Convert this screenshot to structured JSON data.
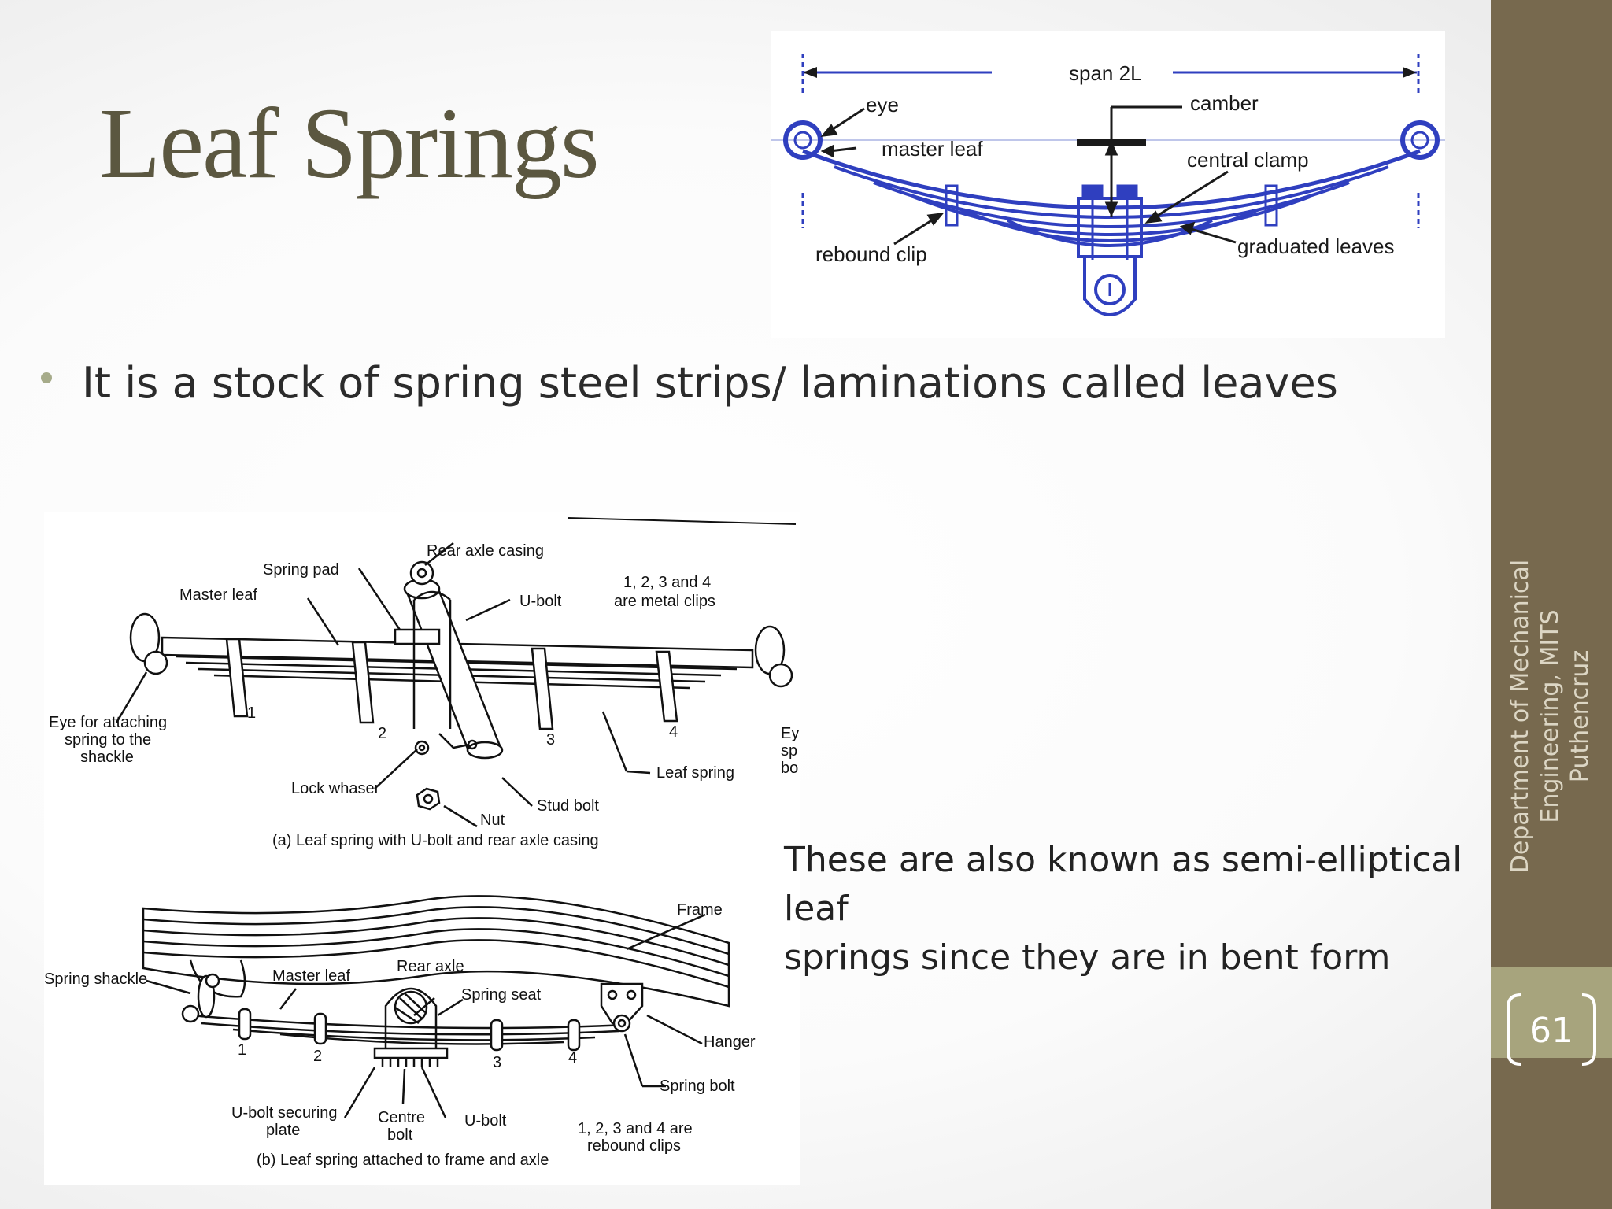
{
  "slide": {
    "title": "Leaf Springs",
    "bullet": "It is a stock of spring steel strips/ laminations called leaves",
    "note_line1": "These are also known as semi-elliptical leaf",
    "note_line2": "springs since they are in bent form",
    "department_line1": "Department of Mechanical",
    "department_line2": "Engineering, MITS Puthencruz",
    "page_number": "61"
  },
  "figure_top": {
    "labels": {
      "span": "span  2L",
      "eye": "eye",
      "camber": "camber",
      "master_leaf": "master leaf",
      "central_clamp": "central clamp",
      "rebound_clip": "rebound clip",
      "graduated_leaves": "graduated leaves"
    },
    "colors": {
      "ink": "#2f3fbf",
      "text": "#1a1a1a"
    }
  },
  "figure_a": {
    "labels": {
      "rear_axle_casing": "Rear axle casing",
      "spring_pad": "Spring pad",
      "master_leaf": "Master leaf",
      "u_bolt": "U-bolt",
      "clips_note_1": "1, 2, 3 and 4",
      "clips_note_2": "are metal clips",
      "eye_1": "Eye for attaching",
      "eye_2": "spring to the",
      "eye_3": "shackle",
      "eye_right_1": "Ey",
      "eye_right_2": "sp",
      "eye_right_3": "bo",
      "n1": "1",
      "n2": "2",
      "n3": "3",
      "n4": "4",
      "leaf_spring": "Leaf spring",
      "lock_washer": "Lock whaser",
      "stud_bolt": "Stud bolt",
      "nut": "Nut",
      "caption": "(a) Leaf spring with U-bolt and rear axle casing"
    }
  },
  "figure_b": {
    "labels": {
      "frame": "Frame",
      "spring_shackle": "Spring shackle",
      "master_leaf": "Master leaf",
      "rear_axle": "Rear axle",
      "spring_seat": "Spring seat",
      "hanger": "Hanger",
      "spring_bolt": "Spring bolt",
      "n1": "1",
      "n2": "2",
      "n3": "3",
      "n4": "4",
      "ubolt_plate_1": "U-bolt securing",
      "ubolt_plate_2": "plate",
      "centre_bolt_1": "Centre",
      "centre_bolt_2": "bolt",
      "u_bolt": "U-bolt",
      "rebound_1": "1, 2, 3 and 4 are",
      "rebound_2": "rebound clips",
      "caption": "(b) Leaf spring attached to frame and axle"
    }
  },
  "colors": {
    "sidebar": "#77694e",
    "sidebar_accent": "#a7a47d",
    "title": "#5b5740",
    "bullet": "#a6ab8a"
  }
}
